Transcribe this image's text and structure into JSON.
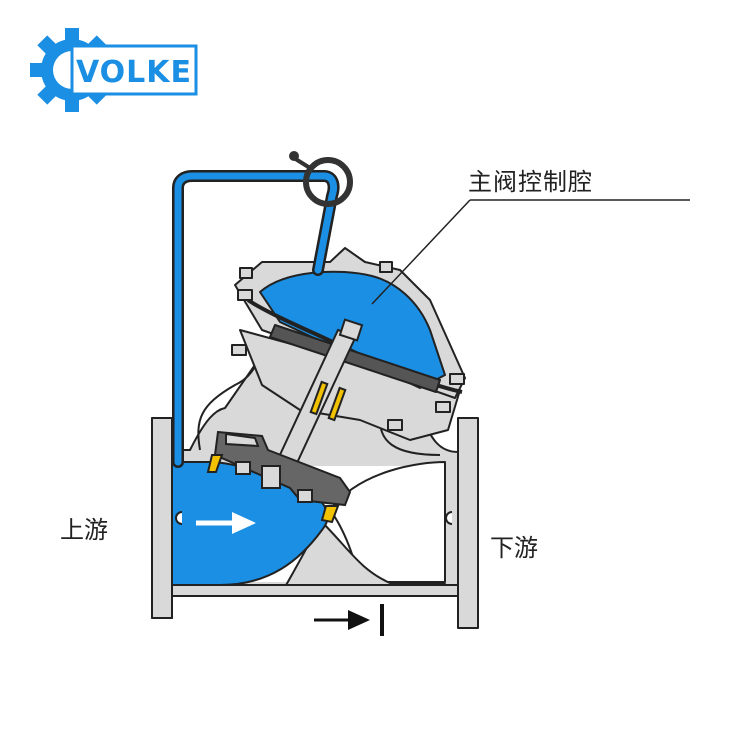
{
  "logo": {
    "text": "VOLKE",
    "color": "#1a8fe3"
  },
  "labels": {
    "main_valve_chamber": "主阀控制腔",
    "upstream": "上游",
    "downstream": "下游"
  },
  "colors": {
    "water": "#1a8fe3",
    "body": "#d9d9d9",
    "outline": "#222222",
    "seal": "#f2c200"
  },
  "icons": {
    "gear": "gear-icon",
    "flow_arrow": "flow-arrow-icon",
    "direction_arrow": "direction-arrow-icon"
  }
}
